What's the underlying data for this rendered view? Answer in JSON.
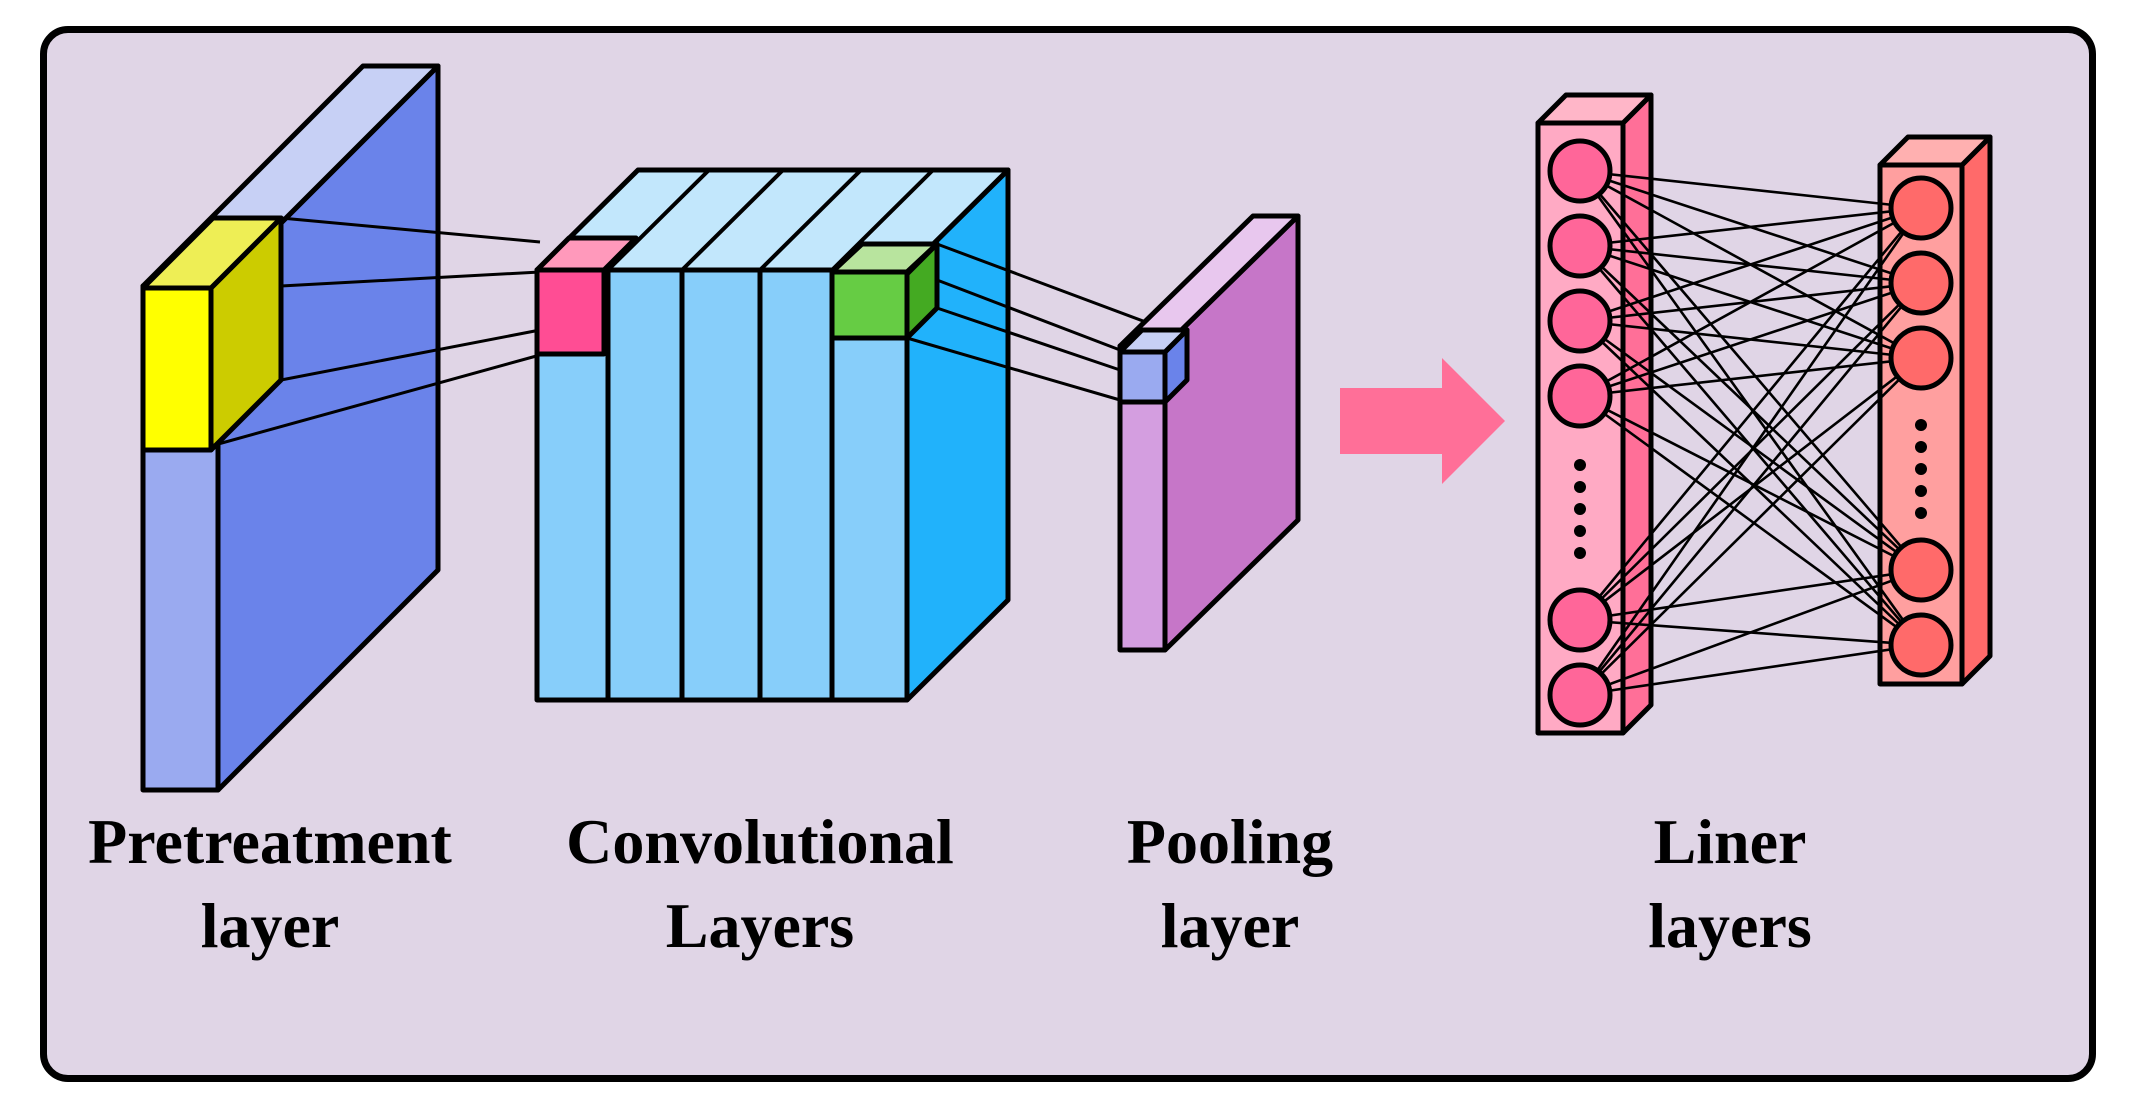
{
  "labels": {
    "pretreatment": {
      "line1": "Pretreatment",
      "line2": "layer"
    },
    "convolutional": {
      "line1": "Convolutional",
      "line2": "Layers"
    },
    "pooling": {
      "line1": "Pooling",
      "line2": "layer"
    },
    "liner": {
      "line1": "Liner",
      "line2": "layers"
    }
  },
  "colors": {
    "panel_bg": "#e0d5e6",
    "pretreatment_front": "#9aaaf0",
    "pretreatment_side": "#6a83ea",
    "pretreatment_top": "#c7d0f5",
    "highlight_yellow": "#ffff00",
    "convolutional_front": "#87cefa",
    "convolutional_side": "#21b2fb",
    "highlight_pink": "#ff4d94",
    "highlight_green": "#66cc44",
    "pooling_front": "#d49ee0",
    "pooling_side": "#c676c8",
    "arrow": "#ff6f98",
    "neuron_input": "#ff6699",
    "neuron_output": "#ff6a6a"
  }
}
